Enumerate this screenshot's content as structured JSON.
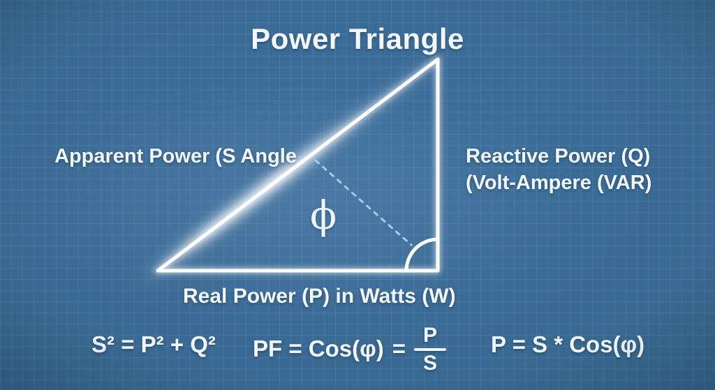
{
  "title": "Power Triangle",
  "triangle": {
    "hypotenuse_label": "Apparent Power (S Angle",
    "right_label_line1": "Reactive Power (Q)",
    "right_label_line2": "(Volt-Ampere (VAR)",
    "base_label": "Real Power (P) in Watts (W)",
    "angle_symbol": "ϕ"
  },
  "formulas": {
    "pythagorean": "S² = P² + Q²",
    "power_factor": {
      "lhs": "PF = Cos(φ)",
      "equals": "=",
      "numerator": "P",
      "denominator": "S"
    },
    "real_power": "P = S * Cos(φ)"
  },
  "colors": {
    "background": "#386890",
    "grid_line": "#badbf0",
    "triangle_line": "#ffffff",
    "dashed_line": "#a9d7ef",
    "text": "#f2f7fb"
  }
}
